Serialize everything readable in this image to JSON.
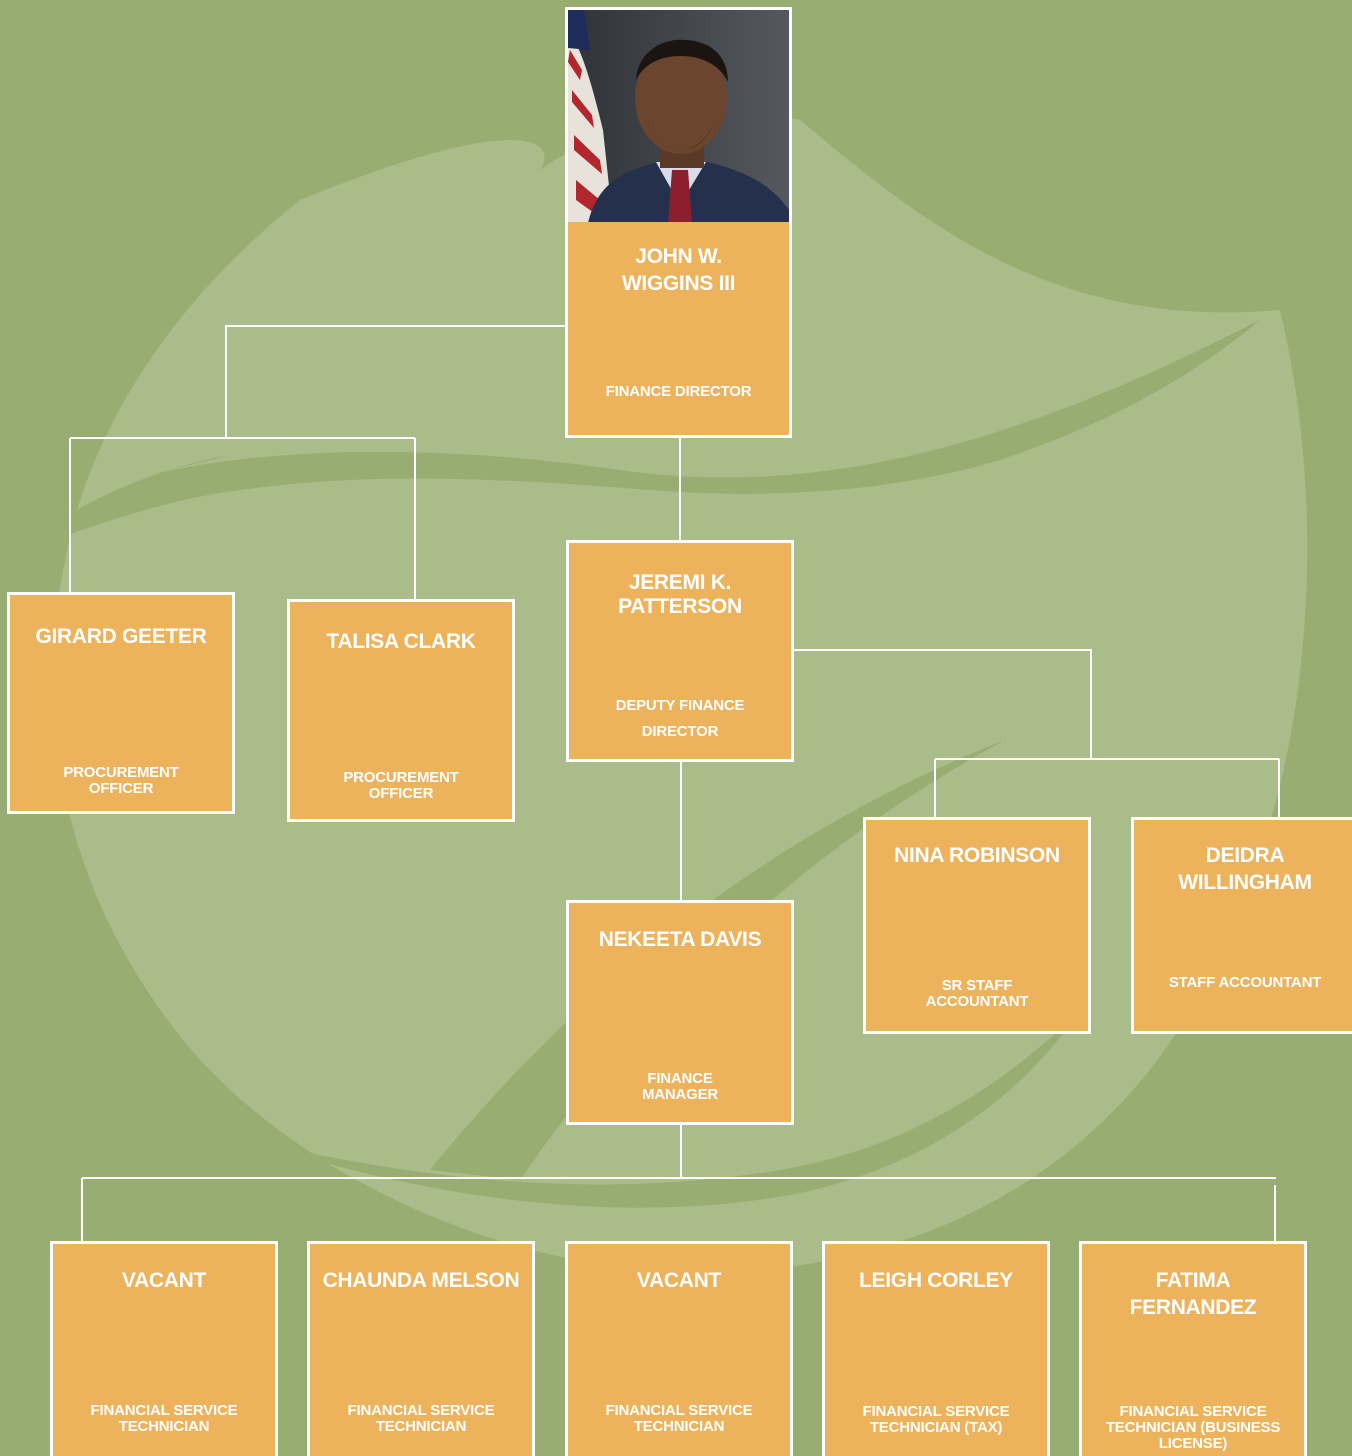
{
  "colors": {
    "background": "#97ad71",
    "card": "#ecb35c",
    "card_border": "#ffffff",
    "connector": "#ffffff",
    "watermark": "#a9bc89"
  },
  "director": {
    "name": "JOHN W. WIGGINS III",
    "title": "FINANCE DIRECTOR",
    "photo_icon": "portrait-photo"
  },
  "procurement": [
    {
      "name": "GIRARD GEETER",
      "title": "PROCUREMENT OFFICER"
    },
    {
      "name": "TALISA CLARK",
      "title": "PROCUREMENT OFFICER"
    }
  ],
  "deputy": {
    "name": "JEREMI K. PATTERSON",
    "title": "DEPUTY FINANCE DIRECTOR"
  },
  "accountants": [
    {
      "name": "NINA ROBINSON",
      "title": "SR STAFF ACCOUNTANT"
    },
    {
      "name": "DEIDRA WILLINGHAM",
      "title": "STAFF ACCOUNTANT"
    }
  ],
  "manager": {
    "name": "NEKEETA DAVIS",
    "title": "FINANCE MANAGER"
  },
  "technicians": [
    {
      "name": "VACANT",
      "title": "FINANCIAL SERVICE TECHNICIAN"
    },
    {
      "name": "CHAUNDA MELSON",
      "title": "FINANCIAL SERVICE TECHNICIAN"
    },
    {
      "name": "VACANT",
      "title": "FINANCIAL SERVICE TECHNICIAN"
    },
    {
      "name": "LEIGH CORLEY",
      "title": "FINANCIAL SERVICE TECHNICIAN (TAX)"
    },
    {
      "name": "FATIMA FERNANDEZ",
      "title": "FINANCIAL SERVICE TECHNICIAN (BUSINESS LICENSE)"
    }
  ]
}
